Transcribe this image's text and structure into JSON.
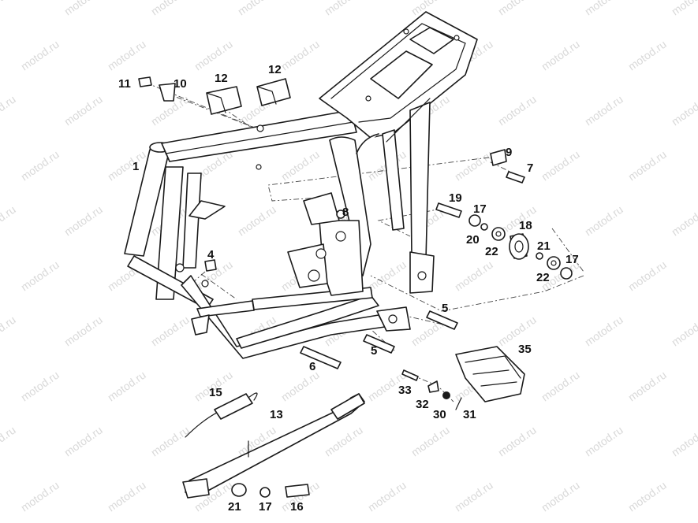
{
  "watermark": "motod.ru",
  "callouts": {
    "c1": "1",
    "c4": "4",
    "c5a": "5",
    "c5b": "5",
    "c6": "6",
    "c7": "7",
    "c8": "8",
    "c9": "9",
    "c10": "10",
    "c11": "11",
    "c12a": "12",
    "c12b": "12",
    "c13": "13",
    "c15": "15",
    "c16": "16",
    "c17a": "17",
    "c17b": "17",
    "c17c": "17",
    "c18": "18",
    "c19": "19",
    "c20": "20",
    "c21a": "21",
    "c21b": "21",
    "c22a": "22",
    "c22b": "22",
    "c30": "30",
    "c31": "31",
    "c32": "32",
    "c33": "33",
    "c35": "35"
  }
}
